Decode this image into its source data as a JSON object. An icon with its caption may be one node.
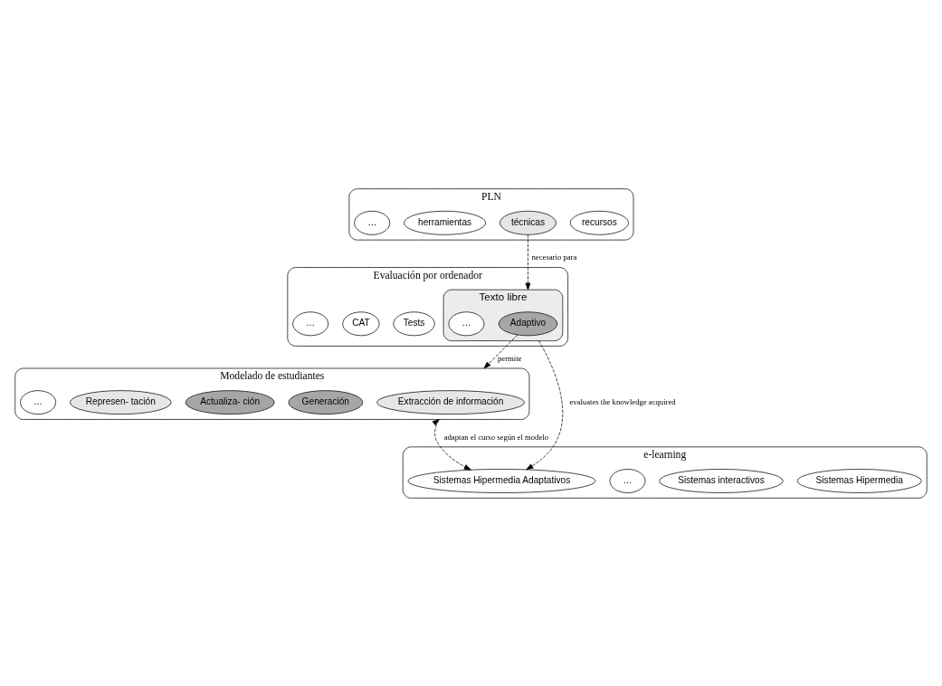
{
  "diagram": {
    "nodes": [
      {
        "text": [
          "PLN"
        ]
      },
      {
        "text": [
          "recursos"
        ],
        "in": 0
      },
      {
        "text": [
          "técnicas"
        ],
        "in": 0
      },
      {
        "text": [
          "herramientas"
        ],
        "in": 0
      },
      {
        "text": [
          "…"
        ],
        "in": 0
      },
      {
        "text": [
          "Evaluación por ordenador"
        ]
      },
      {
        "text": [
          "Texto libre"
        ],
        "in": 5
      },
      {
        "text": [
          "Adaptivo"
        ],
        "in": 6
      },
      {
        "text": [
          "…"
        ],
        "in": 6
      },
      {
        "text": [
          "Tests"
        ],
        "in": 5
      },
      {
        "text": [
          "CAT"
        ],
        "in": 5
      },
      {
        "text": [
          "…"
        ],
        "in": 5
      },
      {
        "text": [
          "Modelado de estudiantes"
        ]
      },
      {
        "text": [
          "Extracción de información"
        ],
        "in": 12
      },
      {
        "text": [
          "Generación"
        ],
        "in": 12
      },
      {
        "text": [
          "Actualiza- ción"
        ],
        "in": 12
      },
      {
        "text": [
          "Represen- tación"
        ],
        "in": 12
      },
      {
        "text": [
          "…"
        ],
        "in": 12
      },
      {
        "text": [
          "e-learning"
        ]
      },
      {
        "text": [
          "Sistemas Hipermedia"
        ],
        "in": 18
      },
      {
        "text": [
          "Sistemas interactivos"
        ],
        "in": 18
      },
      {
        "text": [
          "…"
        ],
        "in": 18
      },
      {
        "text": [
          "Sistemas Hipermedia Adaptativos"
        ],
        "in": 18
      }
    ],
    "edges": [
      {
        "from": 2,
        "to": 6,
        "arrow": "to",
        "label": "necesario para",
        "style": "dashed"
      },
      {
        "from": 7,
        "to": 12,
        "arrow": "to",
        "label": "permite",
        "style": "dashed"
      },
      {
        "from": 6,
        "to": 22,
        "arrow": "to",
        "label": "evaluates the knowledge acquired",
        "style": "dashed"
      },
      {
        "from": 12,
        "to": 22,
        "arrow": "both",
        "label": "adaptan el curso según el modelo",
        "style": "dashed"
      }
    ]
  }
}
